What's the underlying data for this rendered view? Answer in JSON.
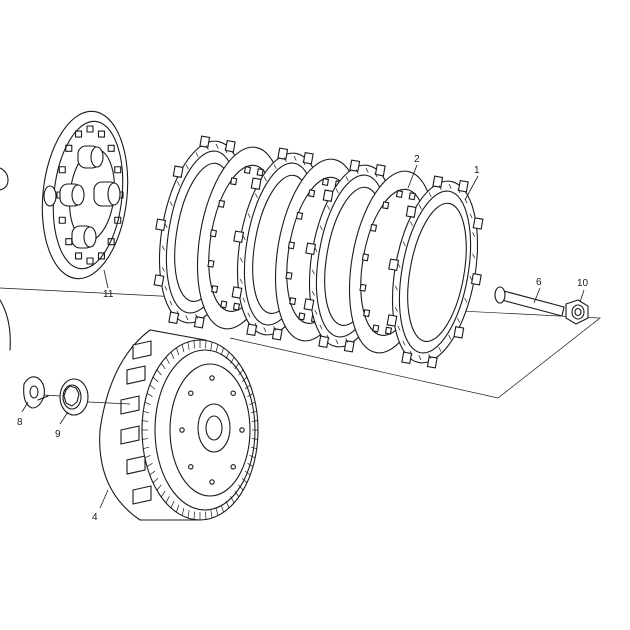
{
  "callouts": {
    "c1": "1",
    "c2": "2",
    "c4": "4",
    "c6": "6",
    "c8": "8",
    "c9": "9",
    "c10": "10",
    "c11": "11"
  },
  "colors": {
    "line": "#1a1a1a",
    "background": "#ffffff"
  }
}
